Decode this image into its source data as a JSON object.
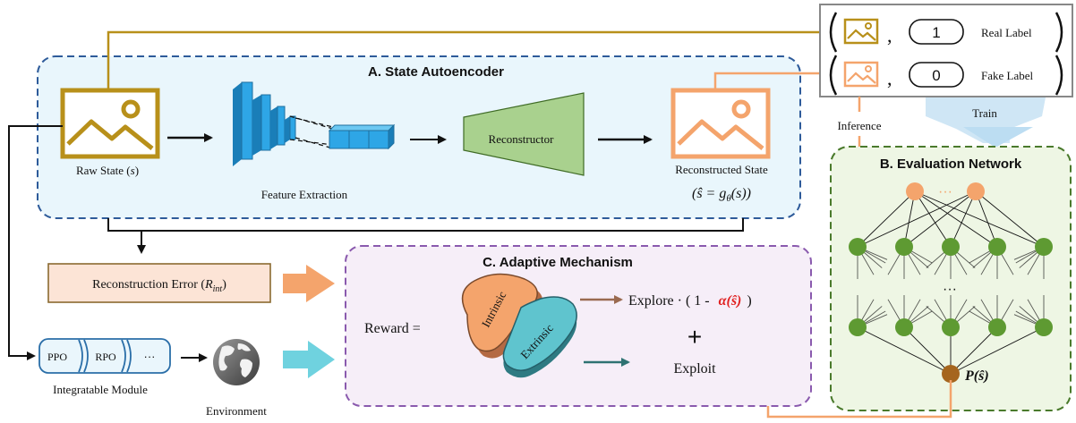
{
  "sections": {
    "autoencoder_title": "A. State Autoencoder",
    "evaluation_title": "B. Evaluation Network",
    "adaptive_title": "C. Adaptive Mechanism"
  },
  "autoencoder": {
    "raw_state": "Raw State (",
    "raw_state_var": "s",
    "raw_state_close": ")",
    "feature_extraction": "Feature Extraction",
    "reconstructor": "Reconstructor",
    "reconstructed_state": "Reconstructed State",
    "reconstructed_formula": "(ŝ  =  g",
    "reconstructed_sub": "θ",
    "reconstructed_tail": "(s))"
  },
  "labels": {
    "real_value": "1",
    "real_text": "Real Label",
    "fake_value": "0",
    "fake_text": "Fake Label",
    "comma": ",",
    "inference": "Inference",
    "train": "Train"
  },
  "left": {
    "reconstruction_error": "Reconstruction Error  (",
    "r_int": "R",
    "r_int_sub": "int",
    "r_close": ")",
    "ppo": "PPO",
    "rpo": "RPO",
    "dots": "···",
    "integratable_module": "Integratable Module",
    "environment": "Environment"
  },
  "adaptive": {
    "reward": "Reward  =",
    "intrinsic": "Intrinsic",
    "extrinsic": "Extrinsic",
    "explore": "Explore · ( 1 -",
    "alpha": "α(ŝ)",
    "explore_close": ")",
    "plus": "+",
    "exploit": "Exploit"
  },
  "evaluation": {
    "dots_top": "···",
    "dots_mid": "···",
    "output": "P(ŝ)"
  },
  "colors": {
    "gold": "#B8901A",
    "orange": "#F4A46C",
    "blue_panel": "#E9F6FC",
    "blue_border": "#2E5B9A",
    "green_panel": "#EEF6E4",
    "green_border": "#4A7A2C",
    "purple_panel": "#F6EEF8",
    "purple_border": "#8A5AAE",
    "node_green": "#5E9A32",
    "node_orange": "#F4A46C",
    "node_brown": "#A5651E",
    "cyan_arrow": "#6FD2DF",
    "cube_blue": "#2EA6E6",
    "recon_green": "#A9D18E",
    "alpha_red": "#E02020"
  }
}
